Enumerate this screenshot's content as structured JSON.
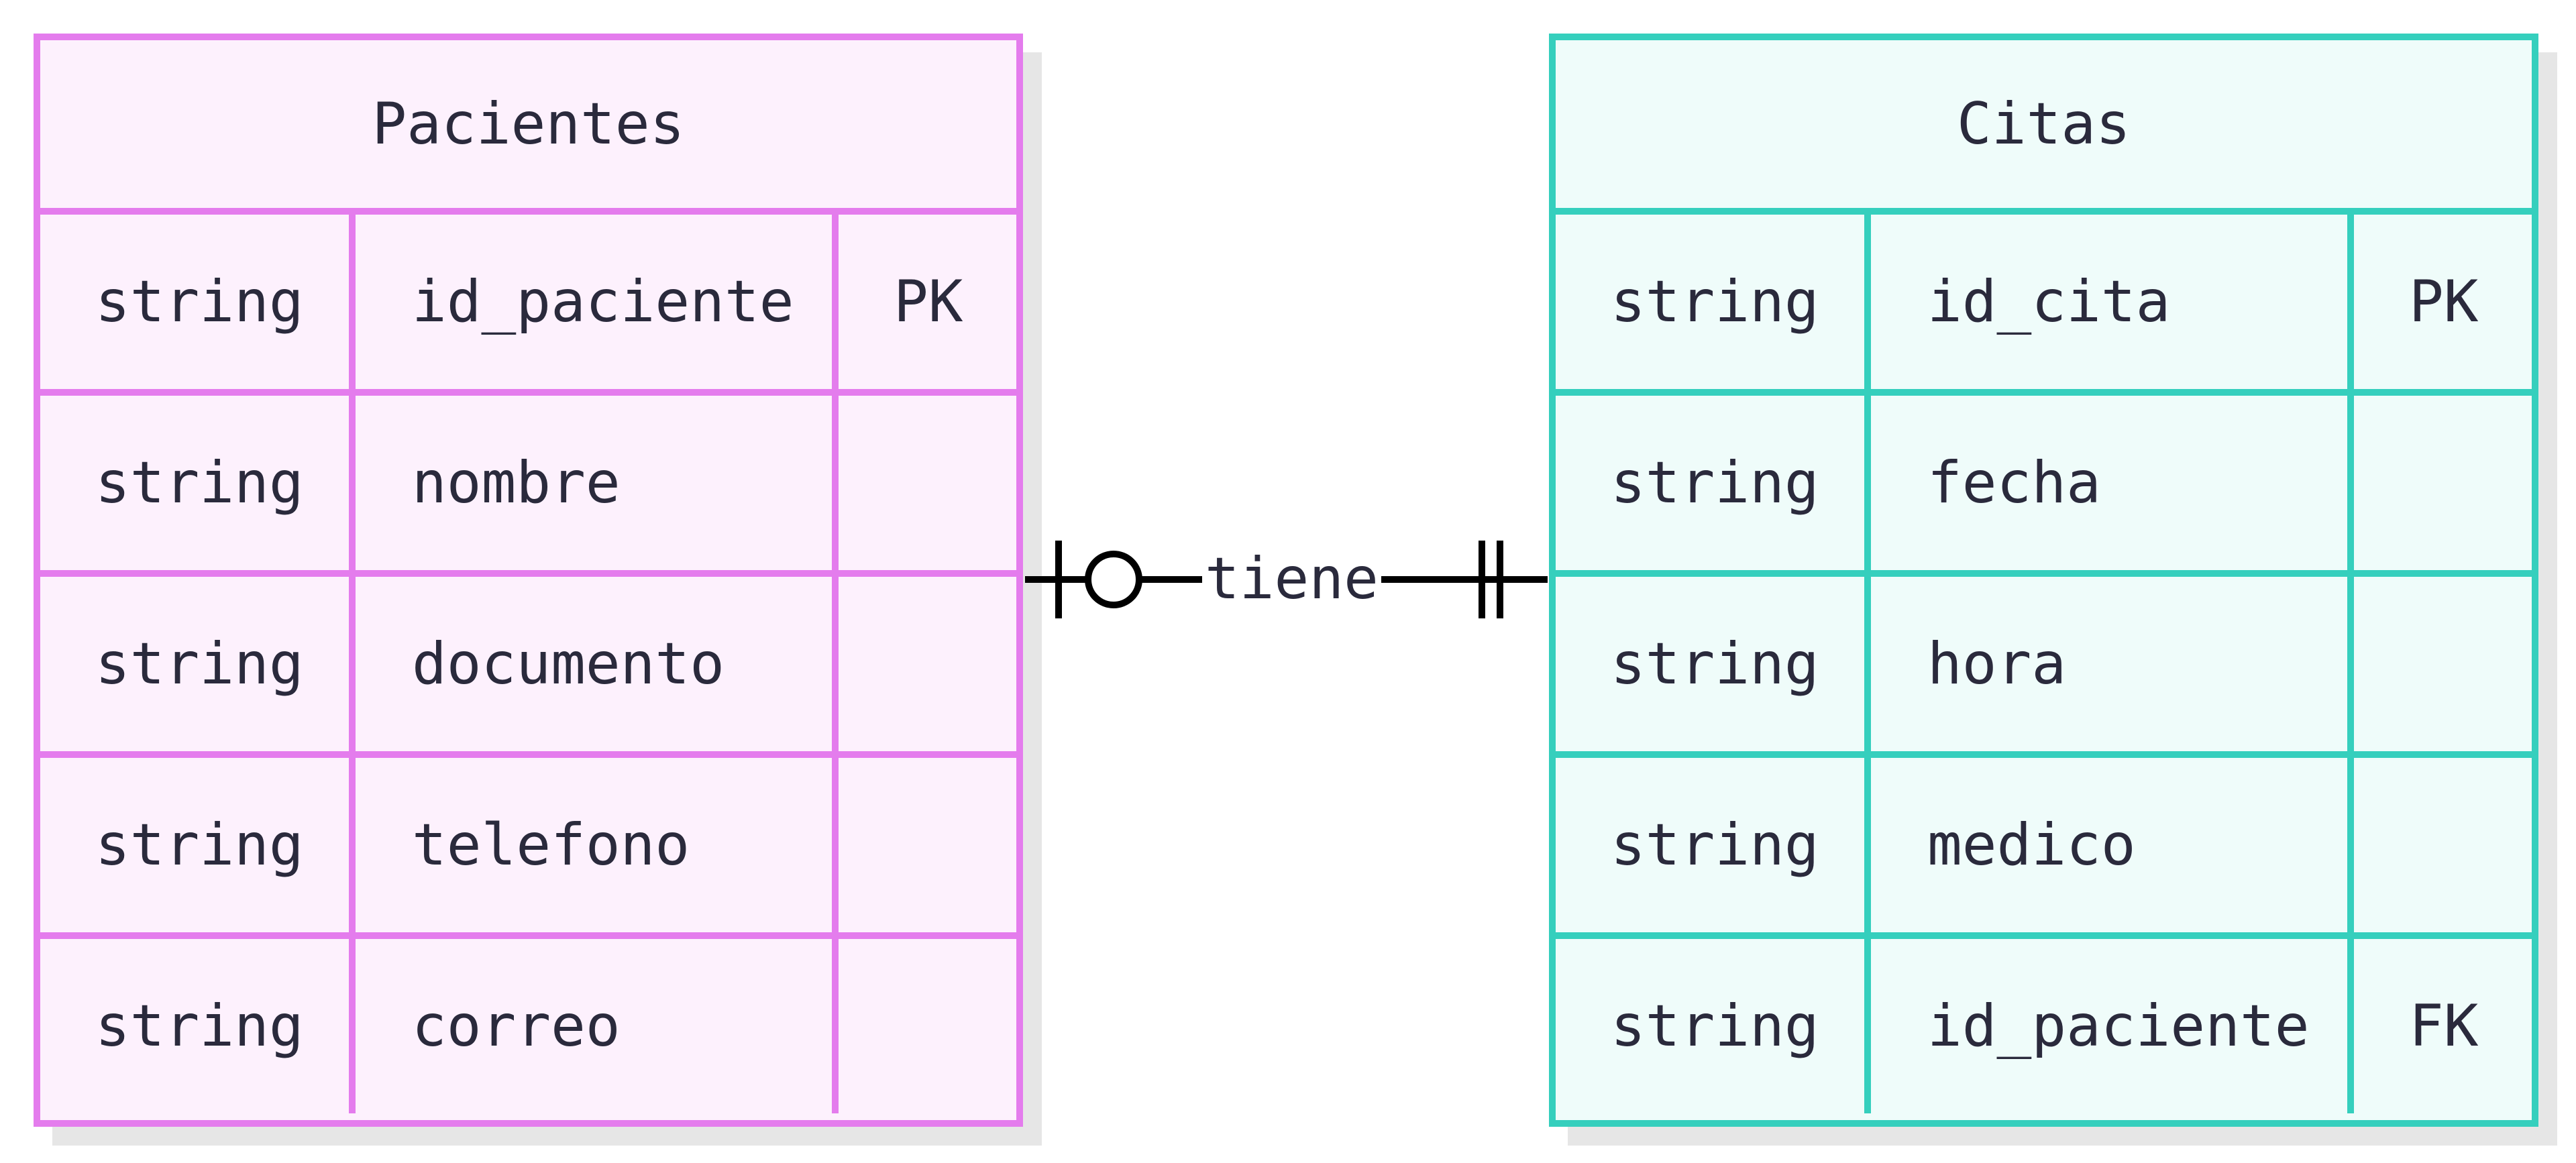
{
  "entities": [
    {
      "title": "Pacientes",
      "accent": "#e47ced",
      "fill": "#fdf1fd",
      "attributes": [
        {
          "type": "string",
          "name": "id_paciente",
          "key": "PK"
        },
        {
          "type": "string",
          "name": "nombre",
          "key": ""
        },
        {
          "type": "string",
          "name": "documento",
          "key": ""
        },
        {
          "type": "string",
          "name": "telefono",
          "key": ""
        },
        {
          "type": "string",
          "name": "correo",
          "key": ""
        }
      ]
    },
    {
      "title": "Citas",
      "accent": "#35cfbd",
      "fill": "#effcfa",
      "attributes": [
        {
          "type": "string",
          "name": "id_cita",
          "key": "PK"
        },
        {
          "type": "string",
          "name": "fecha",
          "key": ""
        },
        {
          "type": "string",
          "name": "hora",
          "key": ""
        },
        {
          "type": "string",
          "name": "medico",
          "key": ""
        },
        {
          "type": "string",
          "name": "id_paciente",
          "key": "FK"
        }
      ]
    }
  ],
  "relationship": {
    "label": "tiene",
    "from": "Pacientes",
    "to": "Citas",
    "from_cardinality": "zero-or-one",
    "to_cardinality": "exactly-one"
  }
}
